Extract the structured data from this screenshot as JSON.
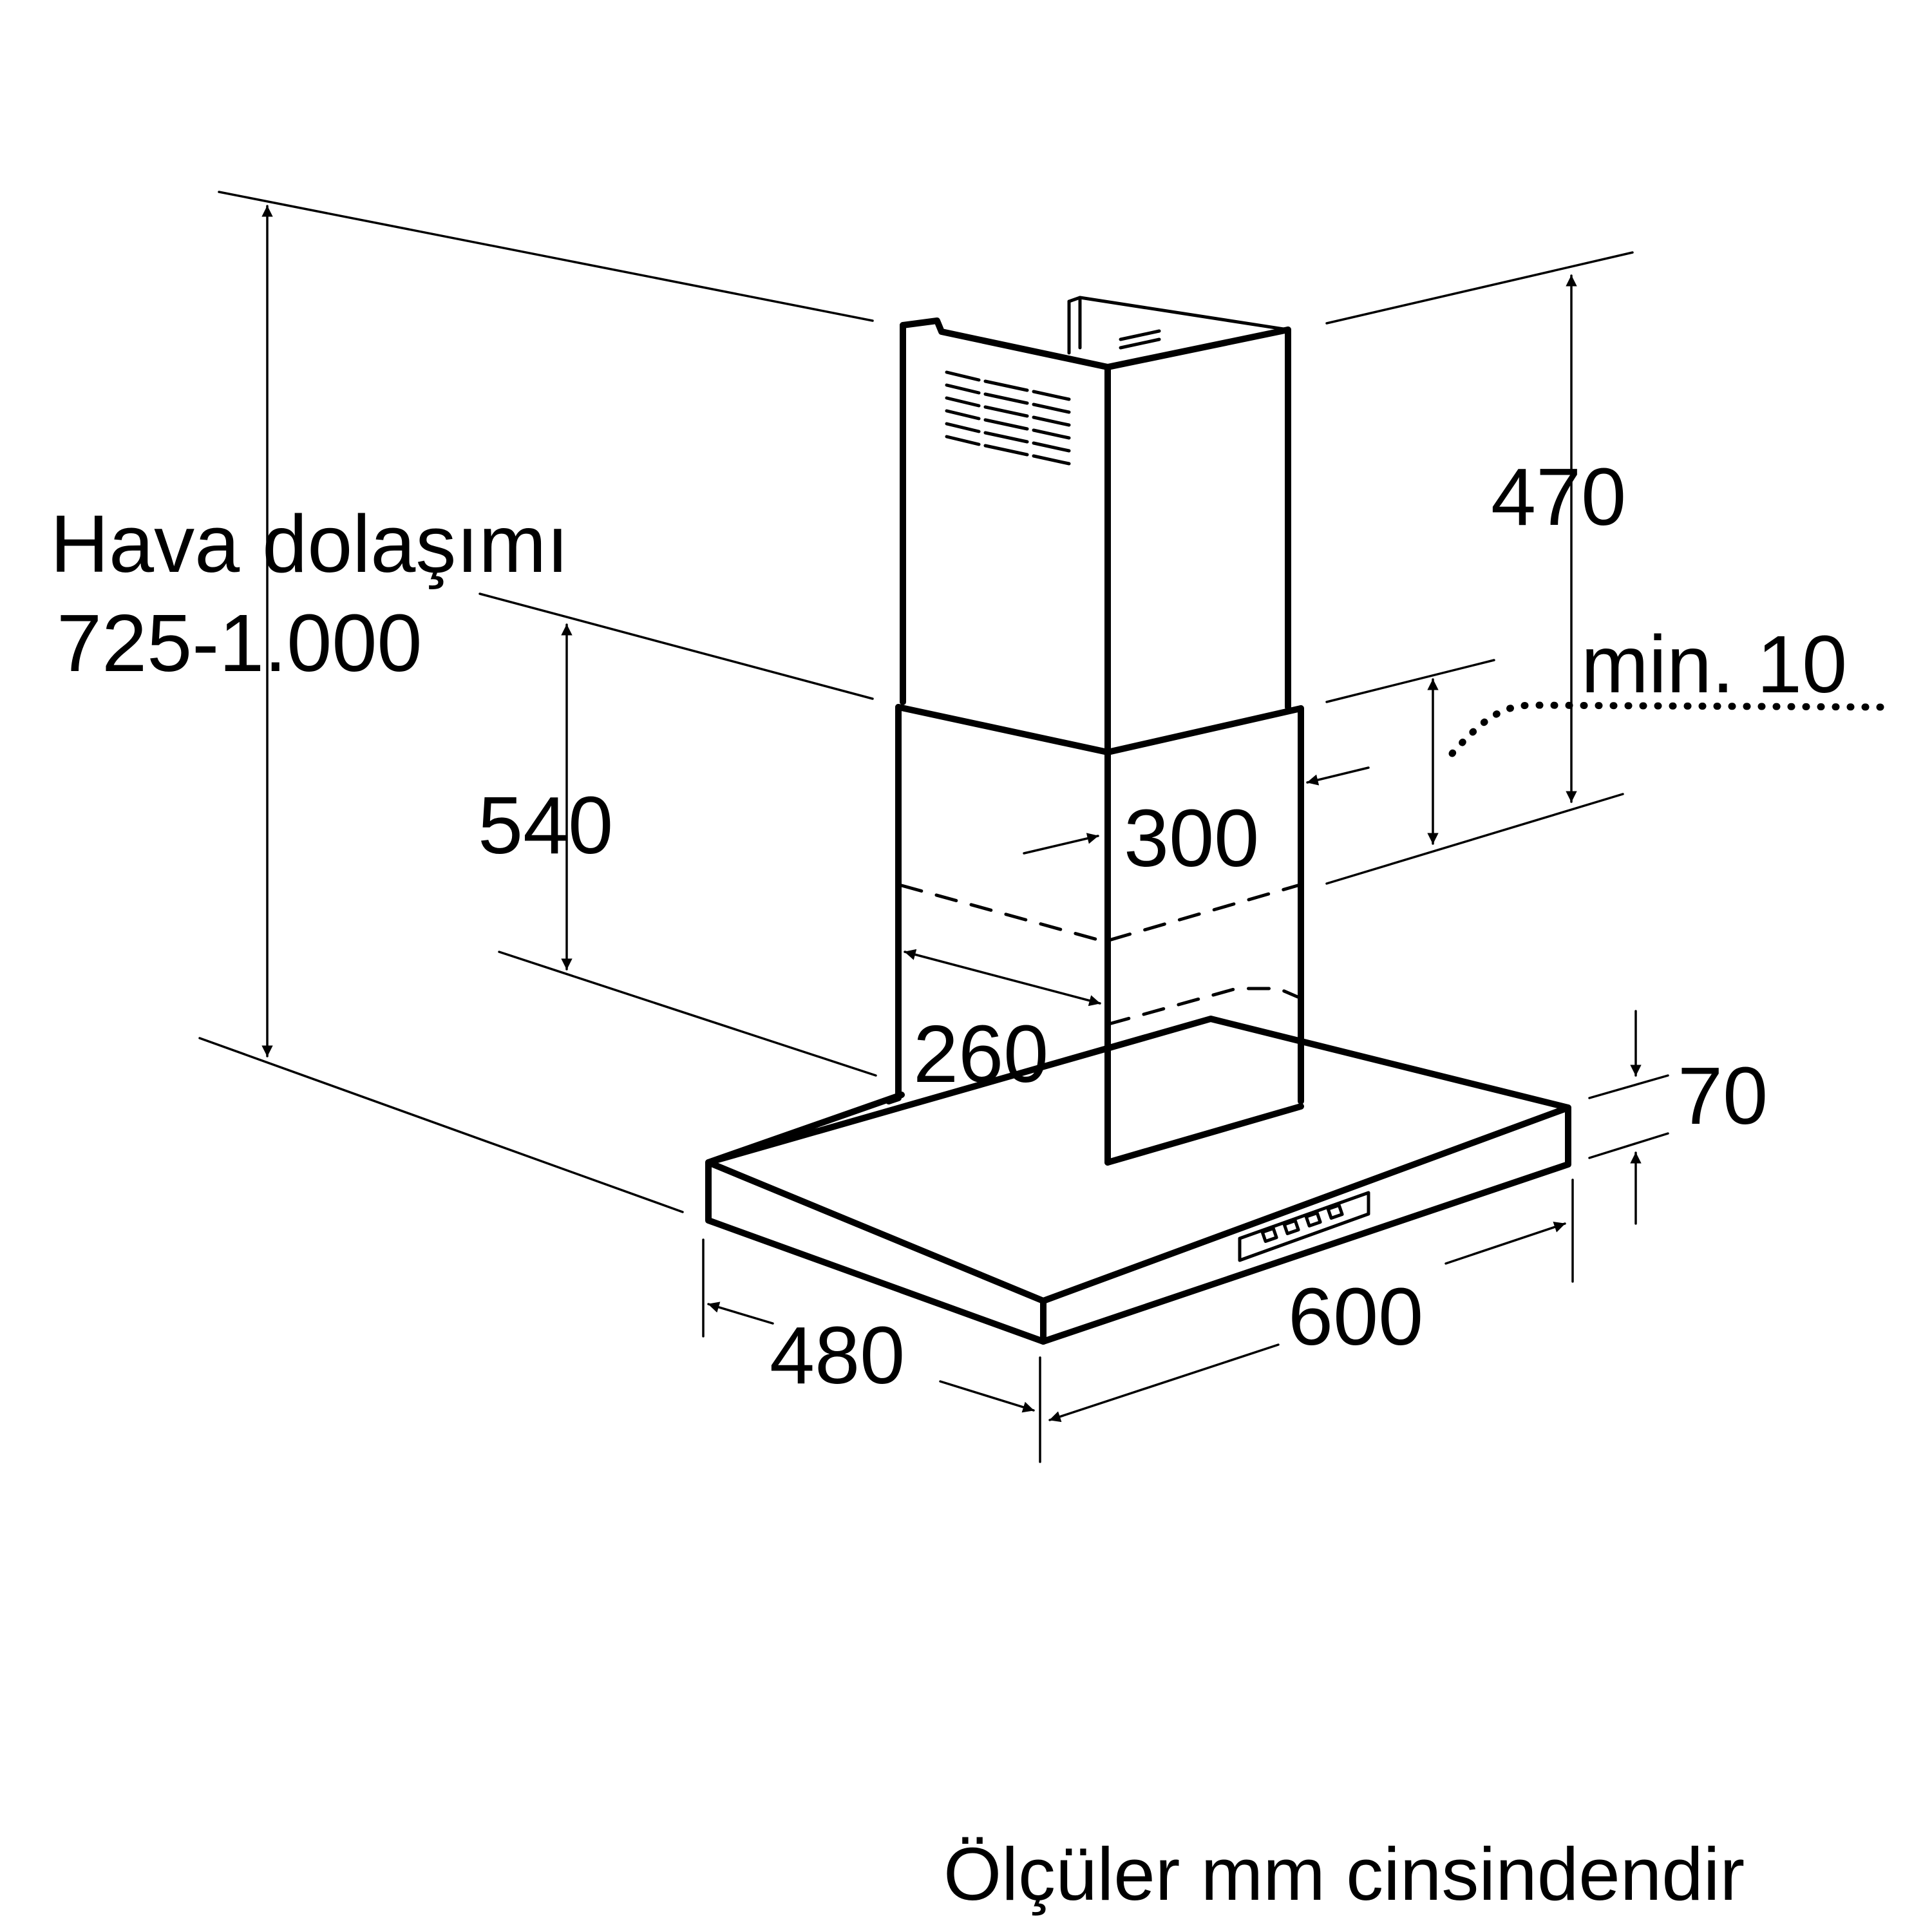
{
  "labels": {
    "mode_name": "Hava dolaşımı",
    "mode_range": "725-1.000",
    "dim_470": "470",
    "dim_min10": "min. 10",
    "dim_540": "540",
    "dim_300": "300",
    "dim_260": "260",
    "dim_70": "70",
    "dim_480": "480",
    "dim_600": "600",
    "units_note": "Ölçüler mm cinsindendir"
  },
  "colors": {
    "line": "#000000",
    "background": "#ffffff"
  }
}
